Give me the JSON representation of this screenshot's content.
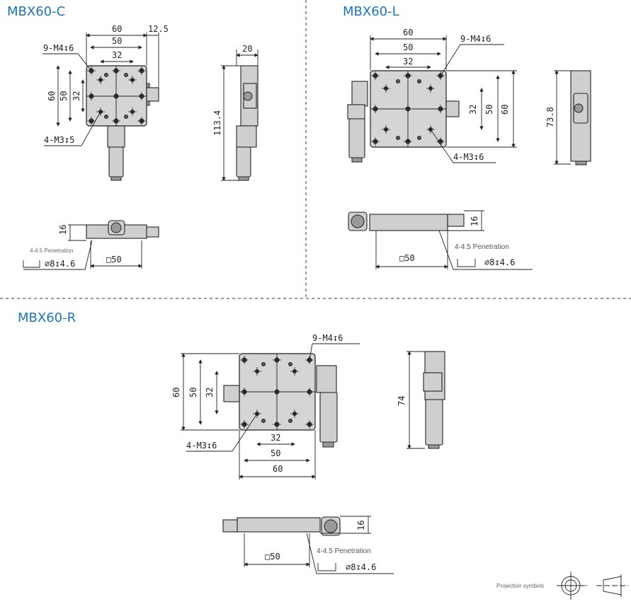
{
  "models": [
    {
      "title": "MBX60-C",
      "top_view": {
        "width": "60",
        "knob_offset": "12.5",
        "inner": "50",
        "hole_pitch": "32",
        "height": "60",
        "height_inner": "50",
        "height_pitch": "32",
        "holes_m4": "9-M4↧6",
        "holes_m3": "4-M3↧5"
      },
      "side_view": {
        "thickness": "20",
        "length": "113.4"
      },
      "front_view": {
        "height": "16",
        "penetration": "4-4.5 Penetration",
        "counterbore": "∅8↧4.6",
        "square": "□50"
      }
    },
    {
      "title": "MBX60-L",
      "top_view": {
        "width": "60",
        "inner": "50",
        "hole_pitch": "32",
        "height": "60",
        "height_inner": "50",
        "height_pitch": "32",
        "holes_m4": "9-M4↧6",
        "holes_m3": "4-M3↧6"
      },
      "side_view": {
        "length": "73.8"
      },
      "front_view": {
        "height": "16",
        "penetration": "4-4.5 Penetration",
        "counterbore": "∅8↧4.6",
        "square": "□50"
      }
    },
    {
      "title": "MBX60-R",
      "top_view": {
        "width": "60",
        "inner": "50",
        "hole_pitch": "32",
        "height": "60",
        "height_inner": "50",
        "height_pitch": "32",
        "holes_m4": "9-M4↧6",
        "holes_m3": "4-M3↧6"
      },
      "side_view": {
        "length": "74"
      },
      "front_view": {
        "height": "16",
        "penetration": "4-4.5 Penetration",
        "counterbore": "∅8↧4.6",
        "square": "□50"
      }
    }
  ],
  "legend": {
    "projection_label": "Projection symbols"
  },
  "colors": {
    "title": "#1f74b6",
    "plate": "#d5d5d5"
  }
}
